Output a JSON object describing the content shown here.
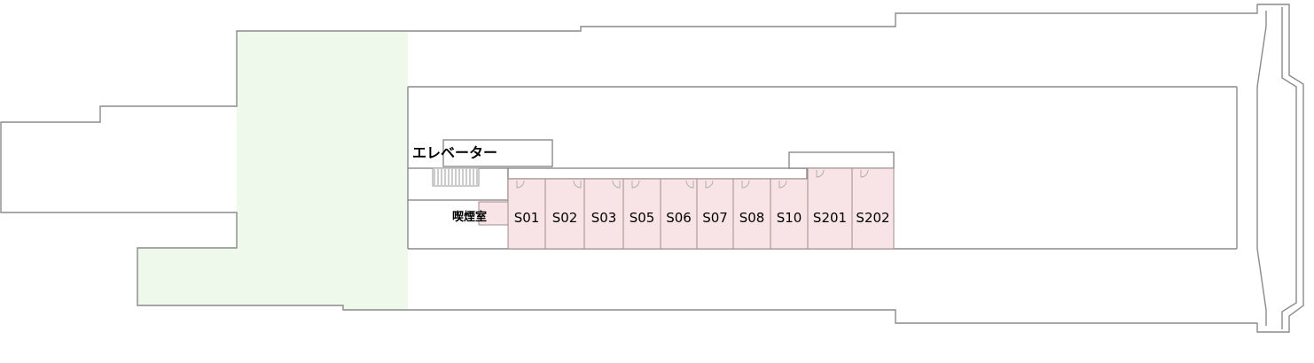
{
  "labels": {
    "elevator": "エレベーター",
    "smoking_room": "喫煙室"
  },
  "rooms": [
    {
      "label": "S01"
    },
    {
      "label": "S02"
    },
    {
      "label": "S03"
    },
    {
      "label": "S05"
    },
    {
      "label": "S06"
    },
    {
      "label": "S07"
    },
    {
      "label": "S08"
    },
    {
      "label": "S10"
    },
    {
      "label": "S201"
    },
    {
      "label": "S202"
    }
  ],
  "colors": {
    "room_fill": "#f8e4e6",
    "green_area": "#eef9ec",
    "wall_line": "#8a8a8a",
    "room_line": "#a08a8c",
    "door_line": "#b0b0b0",
    "stairs": "#9a9a9a"
  }
}
